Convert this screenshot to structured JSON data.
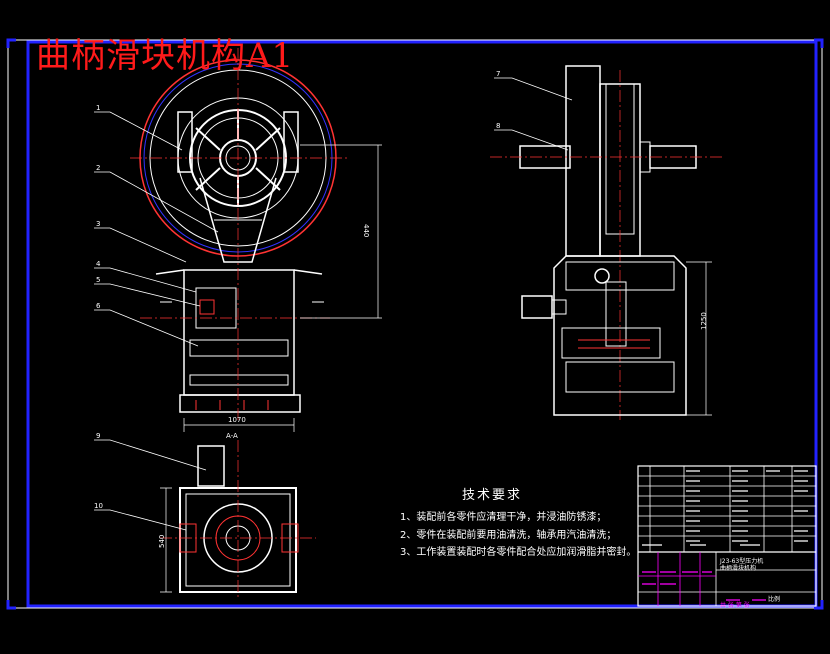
{
  "drawing": {
    "title": "曲柄滑块机构A1",
    "tech_requirements": {
      "heading": "技术要求",
      "items": [
        "1、装配前各零件应清理干净，并浸油防锈漆；",
        "2、零件在装配前要用油清洗，轴承用汽油清洗；",
        "3、工作装置装配时各零件配合处应加润滑脂并密封。"
      ]
    },
    "section_label": "A-A",
    "callouts": [
      "1",
      "2",
      "3",
      "4",
      "5",
      "6",
      "7",
      "8",
      "9",
      "10"
    ],
    "dimensions": {
      "height_front": "440",
      "width_front": "1070",
      "height_side": "1250",
      "width_top": "540"
    },
    "title_block": {
      "drawing_name": "J23-63型压力机",
      "part_name": "曲柄滑块机构",
      "scale_label": "比例",
      "sheet_label": "共 张 第 张"
    },
    "colors": {
      "lines": "#ffffff",
      "frame": "#1a1aff",
      "title": "#ff1a1a",
      "accent": "#ff3333",
      "hidden": "#ff00ff",
      "dim": "#ffffff"
    }
  }
}
